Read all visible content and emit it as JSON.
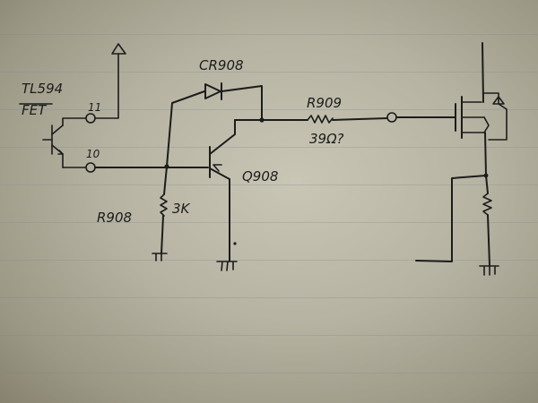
{
  "labels": {
    "ic": "TL594",
    "ic_sub": "FET",
    "pin11": "11",
    "pin10": "10",
    "diode": "CR908",
    "resistor_top": "R909",
    "resistor_top_value": "39Ω?",
    "resistor_left": "R908",
    "resistor_left_value": "3K",
    "transistor": "Q908"
  }
}
